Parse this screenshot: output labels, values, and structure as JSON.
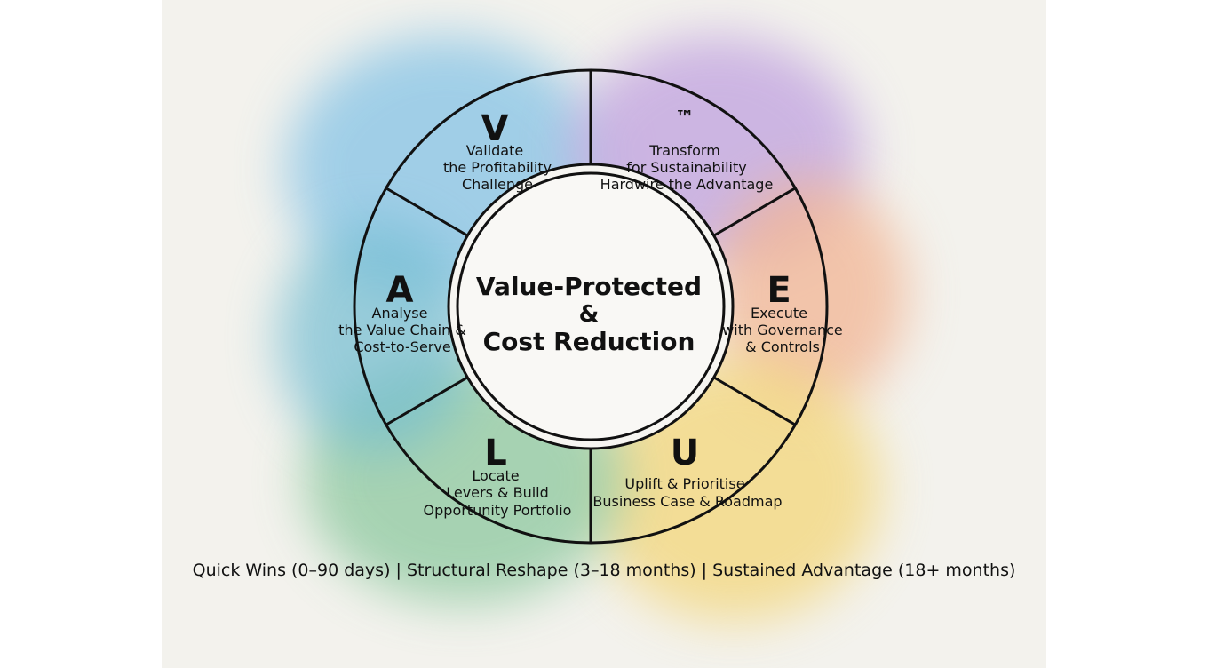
{
  "center": {
    "line1": "Value-Protected",
    "line2": "&",
    "line3": "Cost Reduction"
  },
  "segments": [
    {
      "letter": "V",
      "lines": [
        "Validate",
        "the Profitability",
        "Challenge"
      ],
      "color": "#6fb3dc"
    },
    {
      "letter": "™",
      "lines": [
        "Transform",
        "for Sustainability",
        "Hardwire the Advantage"
      ],
      "color": "#b592d8"
    },
    {
      "letter": "E",
      "lines": [
        "Execute",
        "with Governance",
        "& Controls"
      ],
      "color": "#f0a27c"
    },
    {
      "letter": "U",
      "lines": [
        "Uplift & Prioritise",
        "Business Case & Roadmap"
      ],
      "color": "#f2cf5a"
    },
    {
      "letter": "L",
      "lines": [
        "Locate",
        "Levers & Build",
        "Opportunity Portfolio"
      ],
      "color": "#7cc08d"
    },
    {
      "letter": "A",
      "lines": [
        "Analyse",
        "the Value Chain &",
        "Cost-to-Serve"
      ],
      "color": "#5ab4cf"
    }
  ],
  "footer": "Quick Wins (0–90 days) | Structural Reshape (3–18 months) | Sustained Advantage (18+ months)"
}
